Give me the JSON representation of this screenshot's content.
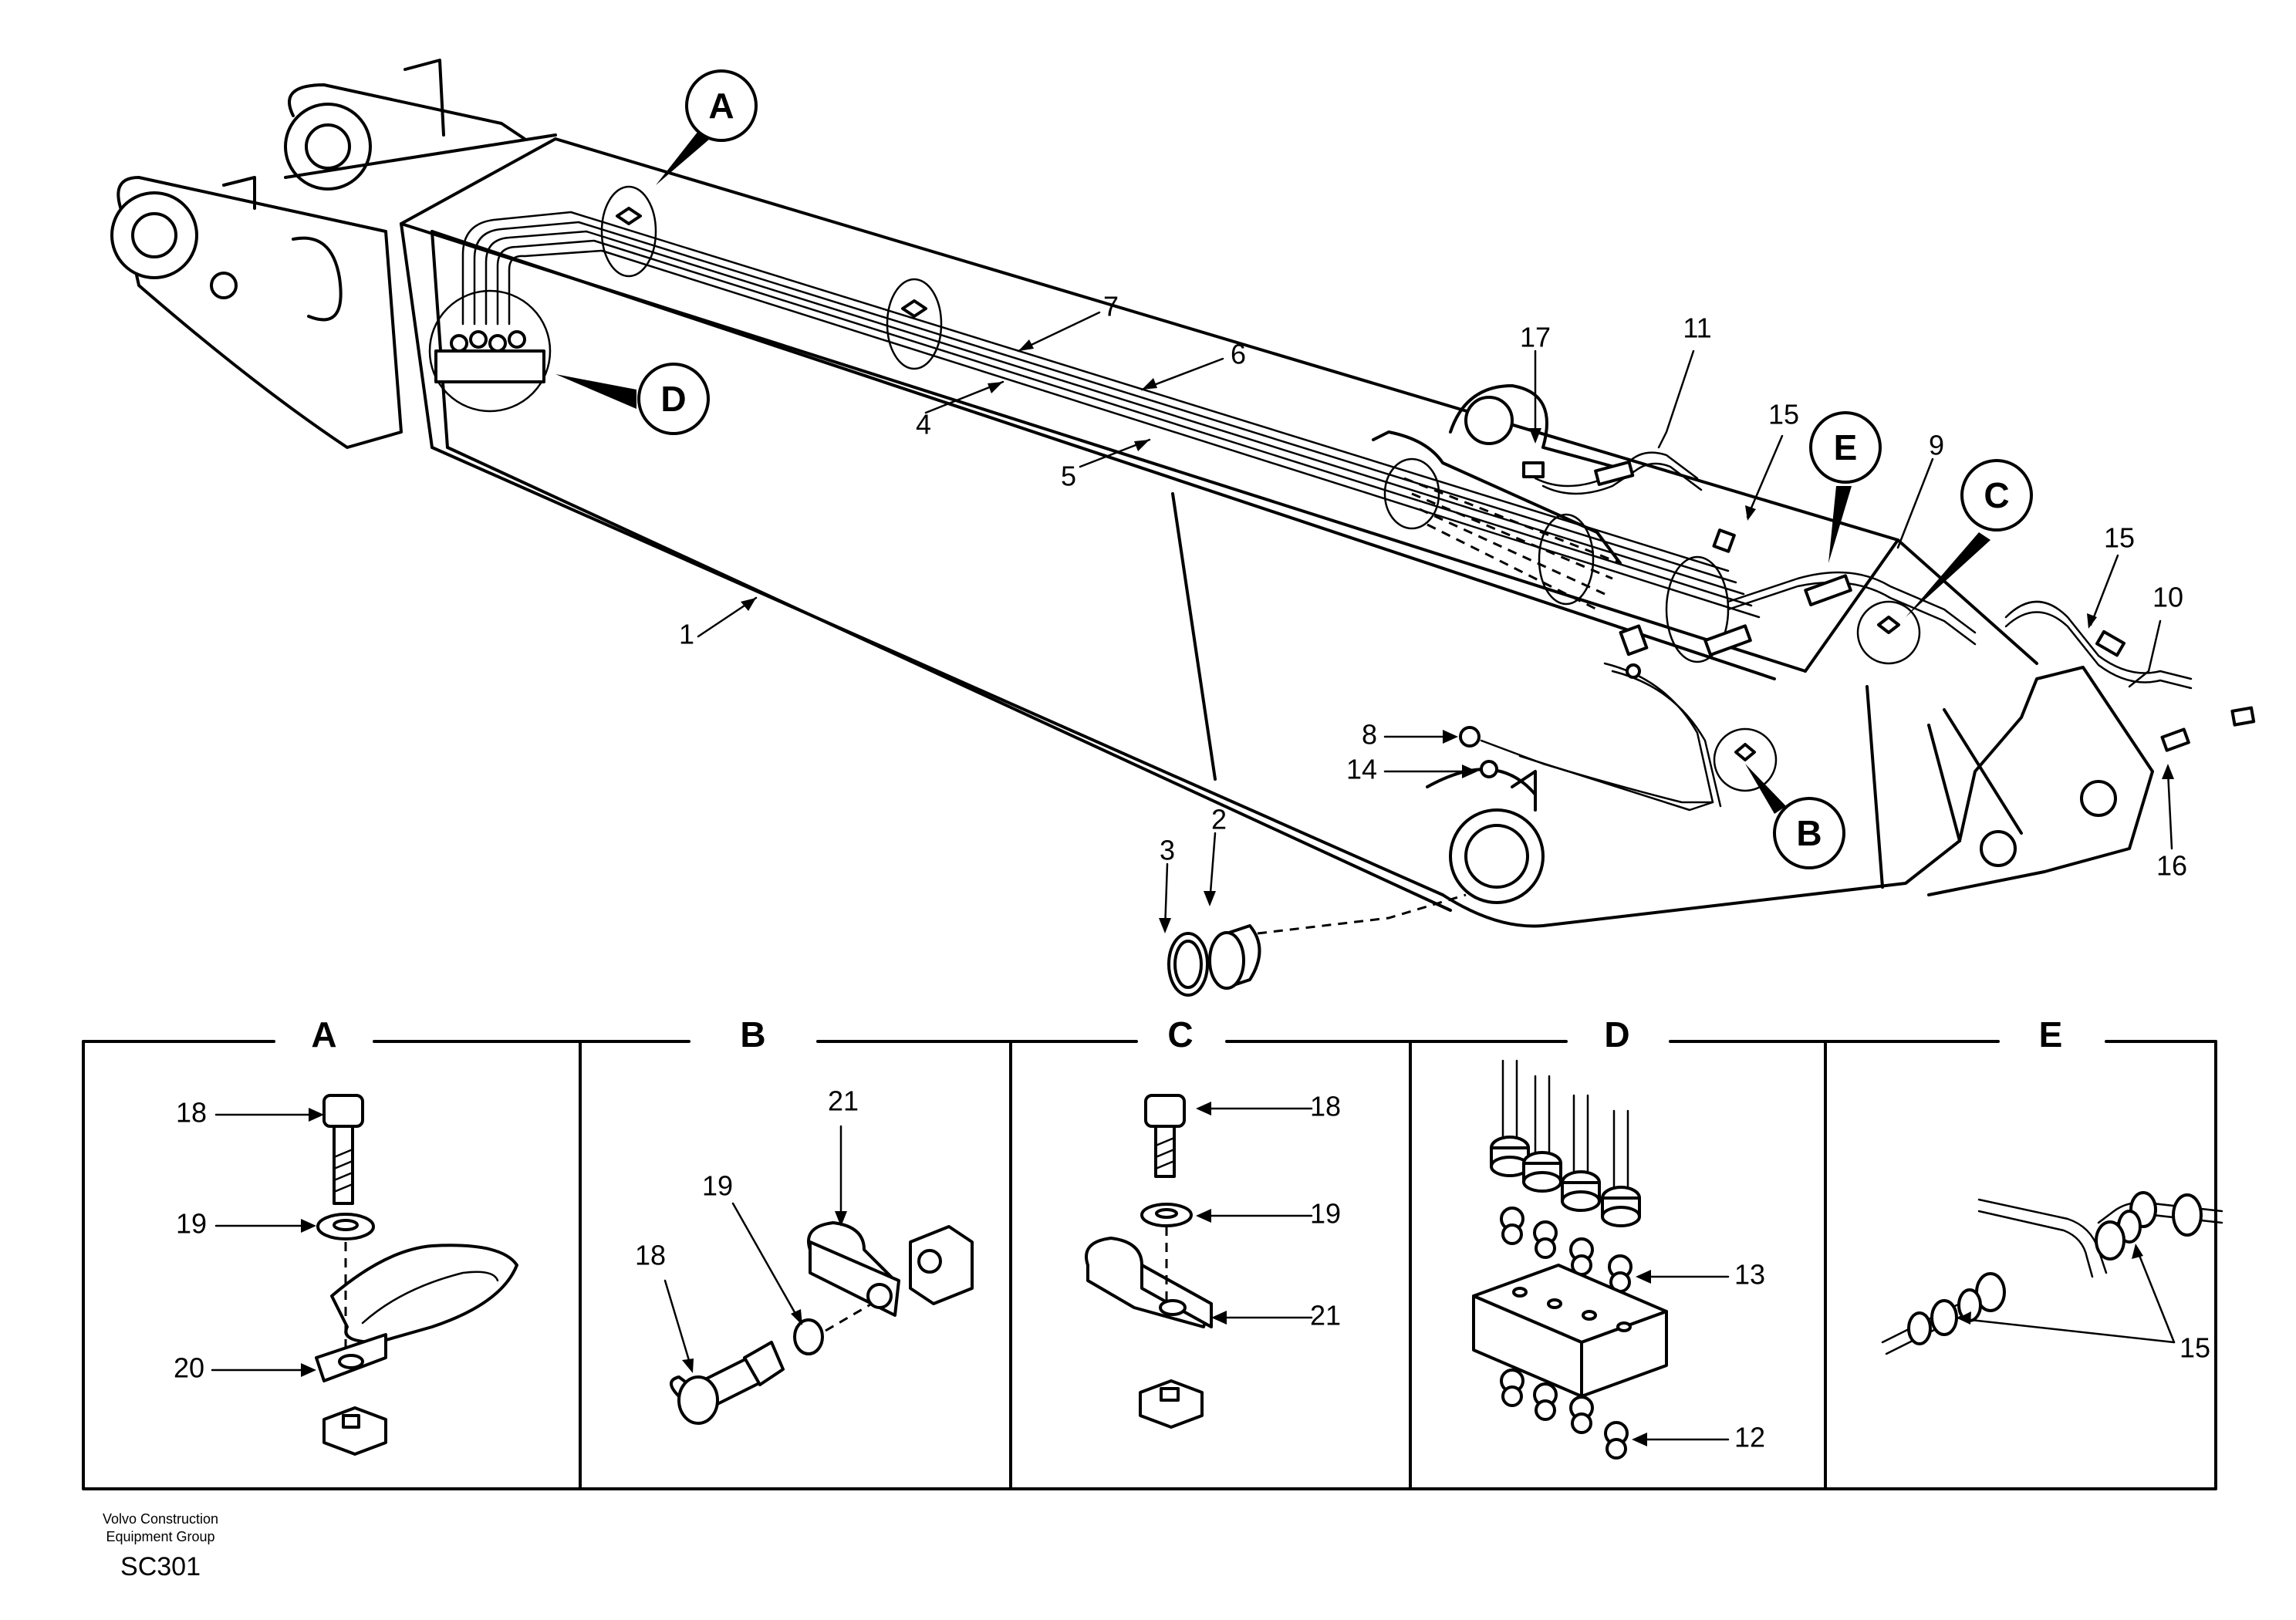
{
  "callouts": [
    "A",
    "B",
    "C",
    "D",
    "E"
  ],
  "part_numbers": {
    "p1": "1",
    "p2": "2",
    "p3": "3",
    "p4": "4",
    "p5": "5",
    "p6": "6",
    "p7": "7",
    "p8": "8",
    "p9": "9",
    "p10": "10",
    "p11": "11",
    "p14": "14",
    "p15a": "15",
    "p15b": "15",
    "p16": "16",
    "p17": "17"
  },
  "panels": {
    "A": {
      "title": "A",
      "labels": [
        "18",
        "19",
        "20"
      ]
    },
    "B": {
      "title": "B",
      "labels": [
        "21",
        "19",
        "18"
      ]
    },
    "C": {
      "title": "C",
      "labels": [
        "18",
        "19",
        "21"
      ]
    },
    "D": {
      "title": "D",
      "labels": [
        "13",
        "12"
      ]
    },
    "E": {
      "title": "E",
      "labels": [
        "15"
      ]
    }
  },
  "footer": {
    "company_line1": "Volvo Construction",
    "company_line2": "Equipment Group",
    "code": "SC301"
  }
}
